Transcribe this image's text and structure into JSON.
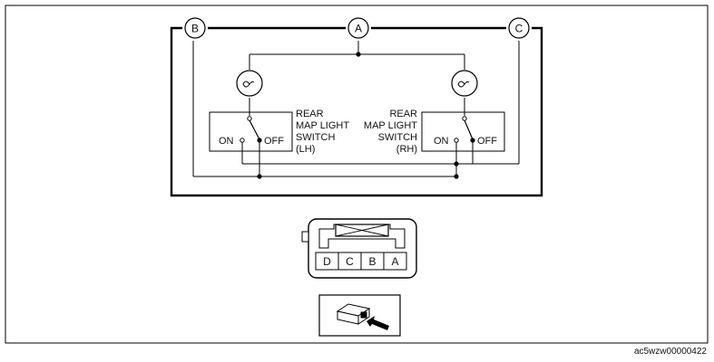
{
  "nodes": {
    "a": "A",
    "b": "B",
    "c": "C"
  },
  "switch_lh": {
    "line1": "REAR",
    "line2": "MAP LIGHT",
    "line3": "SWITCH",
    "line4": "(LH)",
    "on": "ON",
    "off": "OFF"
  },
  "switch_rh": {
    "line1": "REAR",
    "line2": "MAP LIGHT",
    "line3": "SWITCH",
    "line4": "(RH)",
    "on": "ON",
    "off": "OFF"
  },
  "connector": {
    "pins": [
      "D",
      "C",
      "B",
      "A"
    ]
  },
  "figure_code": "ac5wzw00000422"
}
